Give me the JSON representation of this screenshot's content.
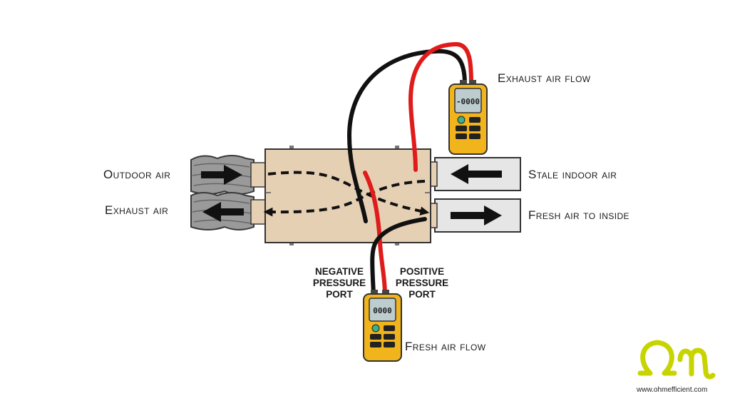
{
  "labels": {
    "outdoor_air": "Outdoor air",
    "exhaust_air": "Exhaust air",
    "stale_indoor_air": "Stale indoor air",
    "fresh_air_to_inside": "Fresh air to inside",
    "exhaust_air_flow": "Exhaust air flow",
    "fresh_air_flow": "Fresh air flow",
    "negative_port": [
      "NEGATIVE",
      "PRESSURE",
      "PORT"
    ],
    "positive_port": [
      "POSITIVE",
      "PRESSURE",
      "PORT"
    ]
  },
  "gauges": {
    "top_reading": "-0000",
    "bottom_reading": "0000"
  },
  "brand": {
    "url": "www.ohmefficient.com",
    "logo_color": "#c8d400"
  },
  "colors": {
    "unit_body": "#e6d0b4",
    "duct_fill": "#e6e6e6",
    "gauge_body": "#f1b41c",
    "gauge_screen": "#bdcccf",
    "hose_red": "#e01b1b",
    "hose_black": "#111111"
  }
}
